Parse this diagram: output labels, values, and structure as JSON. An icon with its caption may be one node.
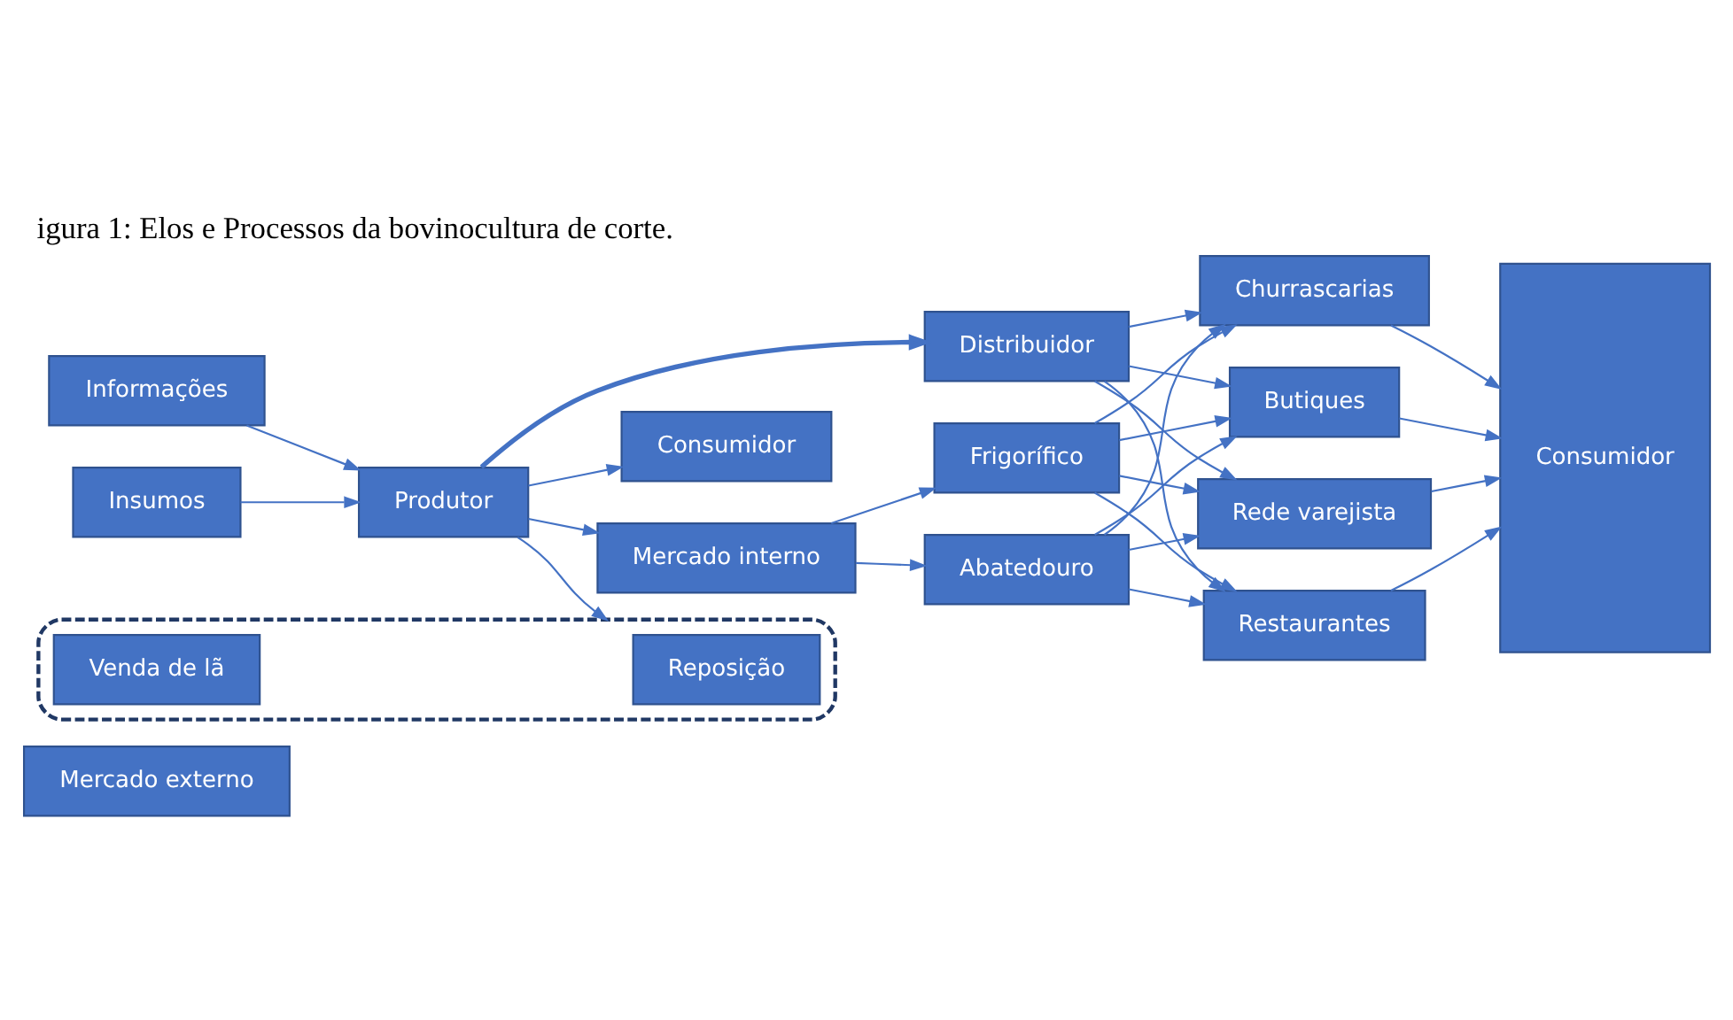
{
  "diagram": {
    "title": "igura 1: Elos e Processos da bovinocultura de corte.",
    "nodes": [
      {
        "text": [
          "Mercado externo"
        ]
      },
      {
        "text": [
          "Insumos"
        ]
      },
      {
        "text": [
          "Informações"
        ]
      },
      {
        "text": [
          "Produtor"
        ]
      },
      {
        "text": [
          "Mercado interno"
        ]
      },
      {
        "text": [
          "Consumidor"
        ]
      },
      {
        "text": [
          "Abatedouro"
        ]
      },
      {
        "text": [
          "Frigorífico"
        ]
      },
      {
        "text": [
          "Distribuidor"
        ]
      },
      {
        "text": [
          "Rede varejista"
        ]
      },
      {
        "text": [
          "Restaurantes"
        ]
      },
      {
        "text": [
          "Churrascarias"
        ]
      },
      {
        "text": [
          "Butiques"
        ]
      },
      {
        "text": [
          "Consumidor"
        ]
      },
      {
        "text": [],
        "shape": "box"
      },
      {
        "text": [
          "Reposição"
        ],
        "in": 14
      },
      {
        "text": [
          "Venda de lã"
        ],
        "in": 14
      }
    ],
    "edges": [
      {
        "from": 1,
        "to": 3,
        "arrow": "to"
      },
      {
        "from": 2,
        "to": 3,
        "arrow": "to"
      },
      {
        "from": 3,
        "to": 4,
        "arrow": "to"
      },
      {
        "from": 3,
        "to": 8,
        "arrow": "to",
        "style": "thick"
      },
      {
        "from": 3,
        "to": 5,
        "arrow": "to"
      },
      {
        "from": 3,
        "to": 14,
        "arrow": "to"
      },
      {
        "from": 4,
        "to": 6,
        "arrow": "to"
      },
      {
        "from": 4,
        "to": 7,
        "arrow": "to"
      },
      {
        "from": 6,
        "to": 9,
        "arrow": "to"
      },
      {
        "from": 6,
        "to": 10,
        "arrow": "to"
      },
      {
        "from": 6,
        "to": 11,
        "arrow": "to"
      },
      {
        "from": 6,
        "to": 12,
        "arrow": "to"
      },
      {
        "from": 7,
        "to": 9,
        "arrow": "to"
      },
      {
        "from": 7,
        "to": 10,
        "arrow": "to"
      },
      {
        "from": 7,
        "to": 11,
        "arrow": "to"
      },
      {
        "from": 7,
        "to": 12,
        "arrow": "to"
      },
      {
        "from": 8,
        "to": 9,
        "arrow": "to"
      },
      {
        "from": 8,
        "to": 10,
        "arrow": "to"
      },
      {
        "from": 8,
        "to": 11,
        "arrow": "to"
      },
      {
        "from": 8,
        "to": 12,
        "arrow": "to"
      },
      {
        "from": 9,
        "to": 13,
        "arrow": "to"
      },
      {
        "from": 10,
        "to": 13,
        "arrow": "to"
      },
      {
        "from": 11,
        "to": 13,
        "arrow": "to"
      },
      {
        "from": 12,
        "to": 13,
        "arrow": "to"
      }
    ]
  }
}
